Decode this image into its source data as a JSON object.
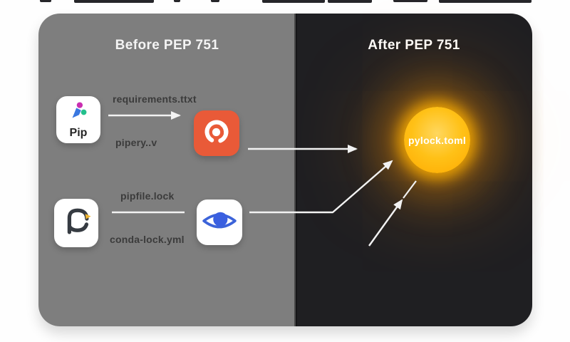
{
  "figure": {
    "before": {
      "title": "Before PEP 751",
      "pip_label": "Pip",
      "requirements_label": "requirements.ttxt",
      "pipery_label": "pipery..v",
      "pipfile_label": "pipfile.lock",
      "conda_lock_label": "conda-lock.yml"
    },
    "after": {
      "title": "After PEP 751",
      "lockfile_label": "pylock.toml"
    }
  },
  "icons": {
    "pip": "pip-logo-icon",
    "poetry_swirl": "poetry-swirl-icon",
    "c_tool": "c-ring-pen-icon",
    "eye": "eye-icon",
    "sun": "sun-glow"
  },
  "colors": {
    "left_panel_bg": "#7e7e7e",
    "right_panel_bg": "#1f1f22",
    "sun_core": "#ffc117",
    "sun_glow": "#ffa900",
    "orange_icon_bg": "#e95a38",
    "eye_blue": "#3c63d9",
    "pip_magenta": "#c92fb0",
    "pip_teal": "#24c08c",
    "pip_blue": "#3a78e0",
    "c_ring_dark": "#363b42",
    "c_pen_gold": "#eeb430",
    "label_text": "#3b3b3b",
    "title_text": "#f4f4f4",
    "arrow_white": "#f2f2f2"
  }
}
